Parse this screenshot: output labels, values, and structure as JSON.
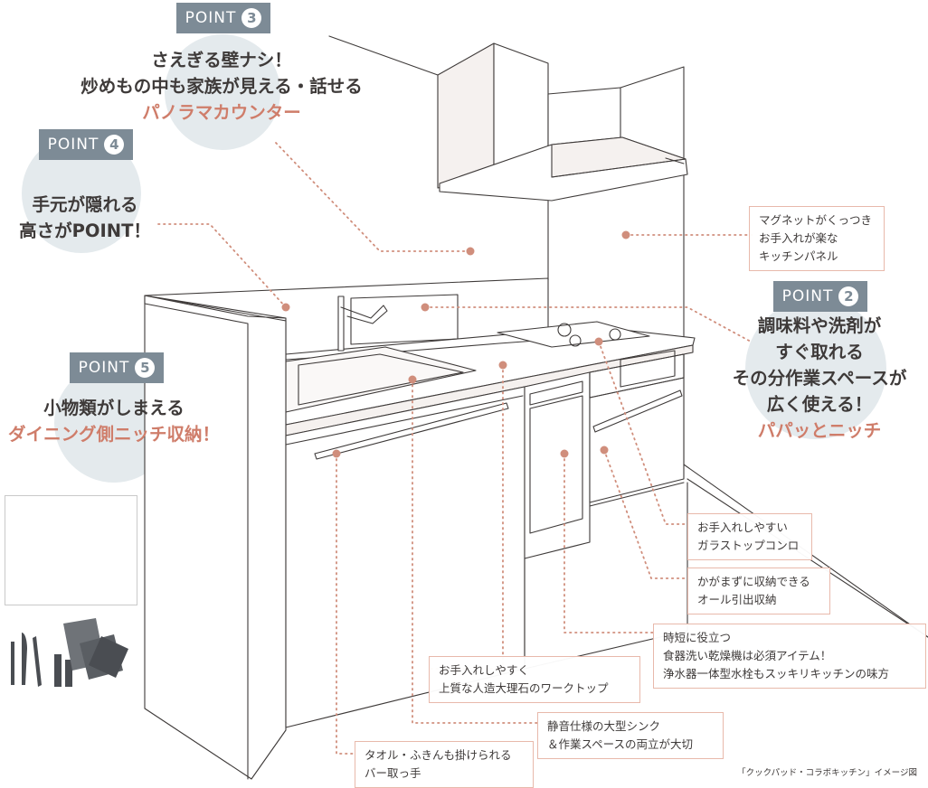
{
  "points": [
    {
      "number": "3",
      "label": "POINT",
      "lines": [
        "さえぎる壁ナシ！",
        "炒めもの中も家族が見える・話せる"
      ],
      "accent": "パノラマカウンター"
    },
    {
      "number": "4",
      "label": "POINT",
      "lines": [
        "手元が隠れる",
        "高さがPOINT！"
      ],
      "accent": ""
    },
    {
      "number": "2",
      "label": "POINT",
      "lines": [
        "調味料や洗剤が",
        "すぐ取れる",
        "その分作業スペースが",
        "広く使える！"
      ],
      "accent": "パパッとニッチ"
    },
    {
      "number": "5",
      "label": "POINT",
      "lines": [
        "小物類がしまえる"
      ],
      "accent": "ダイニング側ニッチ収納！"
    }
  ],
  "notes": {
    "panel": [
      "マグネットがくっつき",
      "お手入れが楽な",
      "キッチンパネル"
    ],
    "stove": [
      "お手入れしやすい",
      "ガラストップコンロ"
    ],
    "drawer": [
      "かがまずに収納できる",
      "オール引出収納"
    ],
    "dishwasher": [
      "時短に役立つ",
      "食器洗い乾燥機は必須アイテム！",
      "浄水器一体型水栓もスッキリキッチンの味方"
    ],
    "worktop": [
      "お手入れしやすく",
      "上質な人造大理石のワークトップ"
    ],
    "sink": [
      "静音仕様の大型シンク",
      "＆作業スペースの両立が大切"
    ],
    "towelbar": [
      "タオル・ふきんも掛けられる",
      "バー取っ手"
    ]
  },
  "credit": "「クックパッド・コラボキッチン」イメージ図",
  "colors": {
    "accent": "#cf7d6a",
    "tag": "#7d8b96",
    "bubble": "#e4eaed",
    "leader": "#d08e7c",
    "line": "#3e3a39"
  }
}
